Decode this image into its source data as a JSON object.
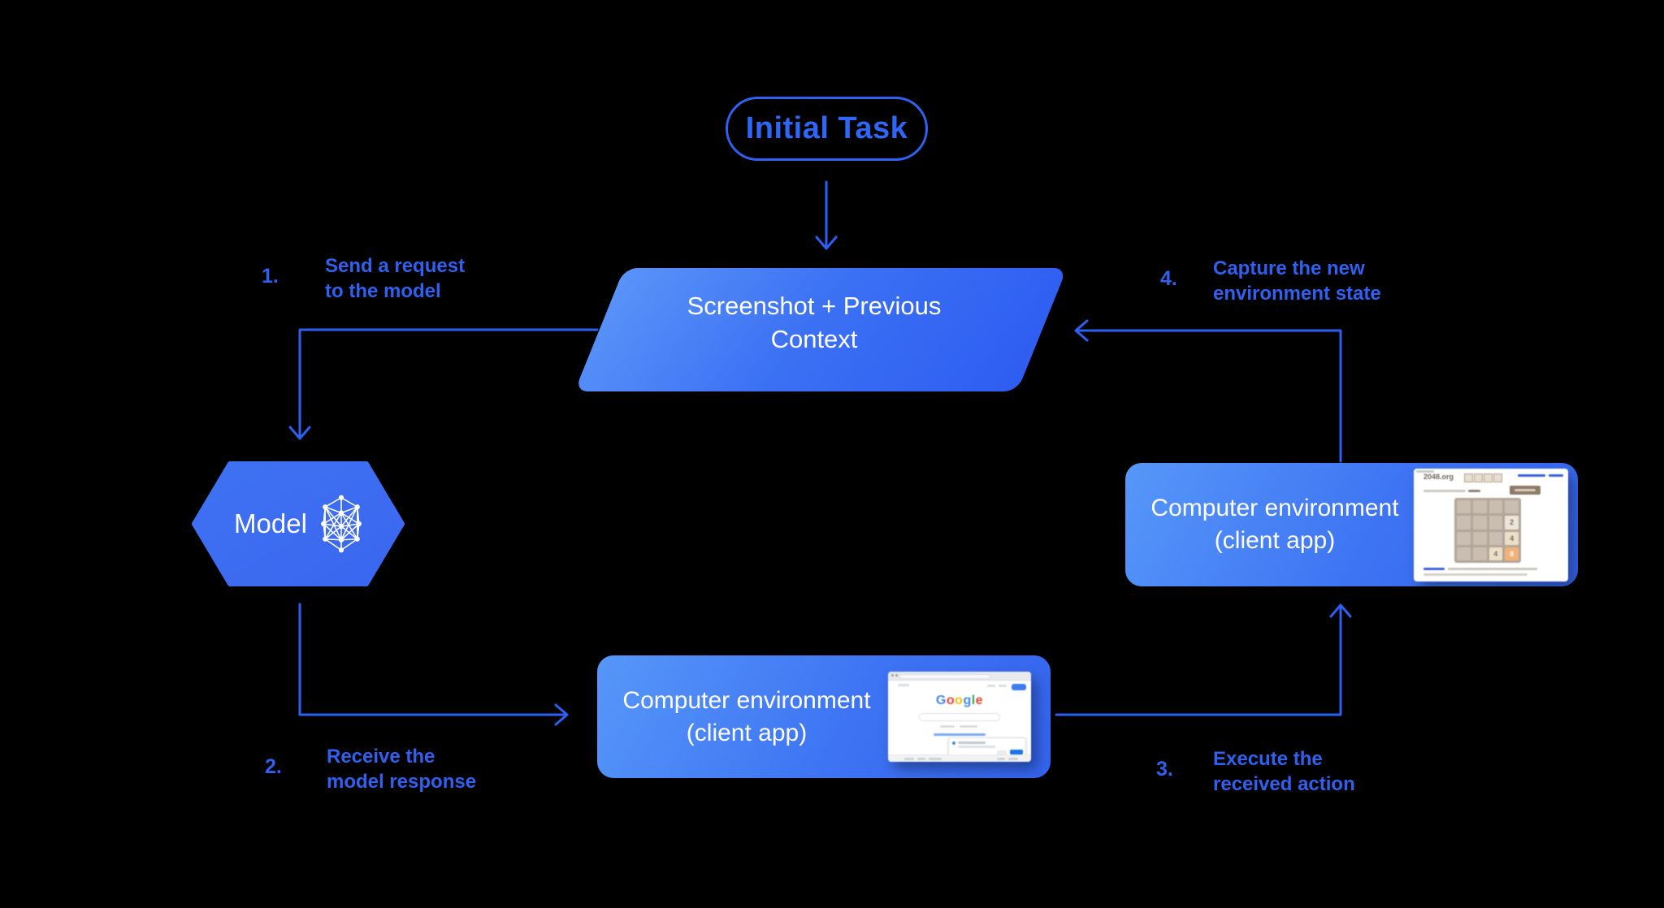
{
  "canvas": {
    "background": "#000000",
    "accent": "#2d62f3"
  },
  "nodes": {
    "initial_task": {
      "label": "Initial Task"
    },
    "screenshot_context": {
      "label": "Screenshot + Previous\nContext"
    },
    "model": {
      "label": "Model"
    },
    "env_executor": {
      "label": "Computer environment\n(client app)"
    },
    "env_capture": {
      "label": "Computer environment\n(client app)"
    }
  },
  "steps": [
    {
      "number": "1.",
      "label": "Send a request\nto the model"
    },
    {
      "number": "2.",
      "label": "Receive the\nmodel response"
    },
    {
      "number": "3.",
      "label": "Execute the\nreceived action"
    },
    {
      "number": "4.",
      "label": "Capture the new\nenvironment state"
    }
  ],
  "mini_google": {
    "logo_letters": [
      "G",
      "o",
      "o",
      "g",
      "l",
      "e"
    ],
    "logo_colors": [
      "#4285F4",
      "#EA4335",
      "#FBBC05",
      "#4285F4",
      "#34A853",
      "#EA4335"
    ]
  },
  "mini_2048": {
    "title": "2048.org",
    "tiles": [
      {
        "row": 2,
        "col": 4,
        "value": "2"
      },
      {
        "row": 3,
        "col": 4,
        "value": "4"
      },
      {
        "row": 4,
        "col": 3,
        "value": "4"
      },
      {
        "row": 4,
        "col": 4,
        "value": "8"
      }
    ]
  }
}
